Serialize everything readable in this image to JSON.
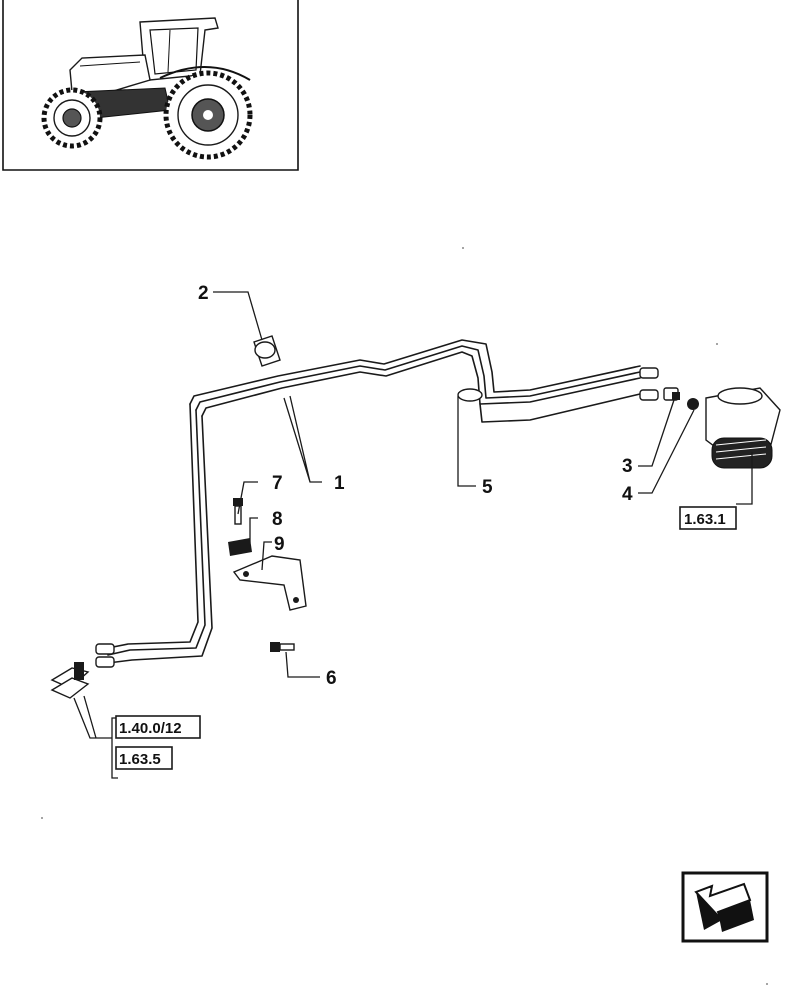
{
  "callouts": {
    "c1": "1",
    "c2": "2",
    "c3": "3",
    "c4": "4",
    "c5": "5",
    "c6": "6",
    "c7": "7",
    "c8": "8",
    "c9": "9"
  },
  "references": {
    "r1": "1.63.1",
    "r2": "1.40.0/12",
    "r3": "1.63.5"
  },
  "thumbnail_icon": "tractor-icon",
  "nav_icon": "navigation-arrow-icon"
}
